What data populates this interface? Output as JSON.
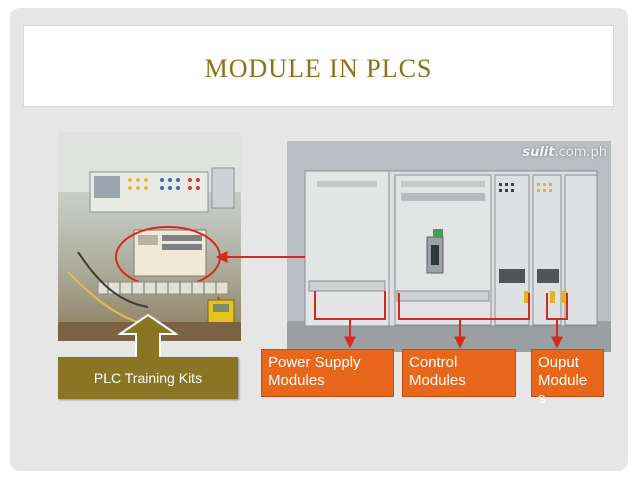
{
  "slide": {
    "title": "MODULE IN PLCS",
    "colors": {
      "title": "#8f6f18",
      "callout": "#e8671a",
      "label_bar": "#8a7524",
      "arrow": "#d9281f"
    }
  },
  "left_photo": {
    "label": "PLC Training Kits"
  },
  "right_photo": {
    "watermark_brand": "sulit",
    "watermark_domain": ".com.ph",
    "callouts": [
      {
        "label": "Power Supply Modules"
      },
      {
        "label": "Control Modules"
      },
      {
        "label": "Ouput Module s"
      }
    ]
  }
}
